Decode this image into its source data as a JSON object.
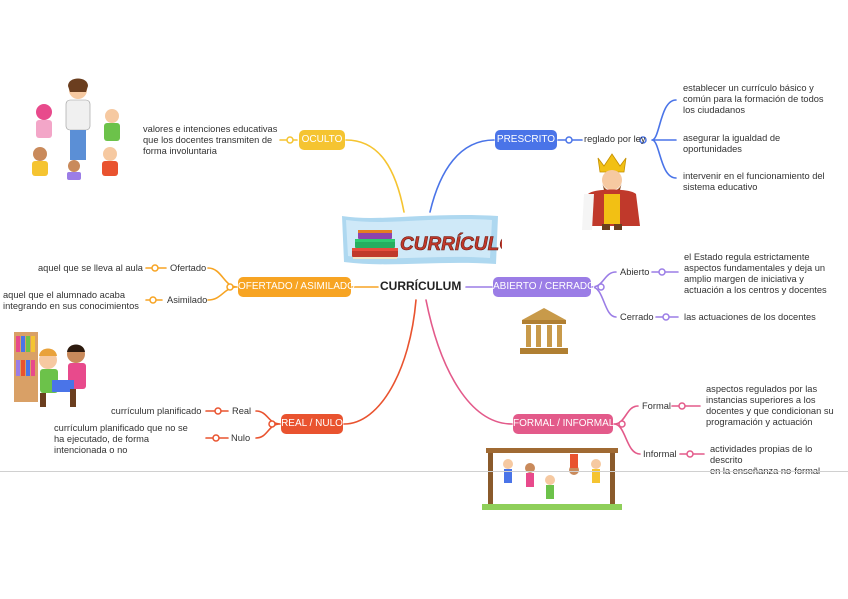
{
  "center": {
    "title": "CURRÍCULUM",
    "banner_text": "CURRÍCULO"
  },
  "colors": {
    "oculto": "#f5c431",
    "prescrito": "#4a74e8",
    "ofertado": "#f7a423",
    "abierto": "#9b7de6",
    "real": "#e9532f",
    "formal": "#e35a8a"
  },
  "branches": {
    "oculto": {
      "label": "OCULTO",
      "desc": [
        "valores e intenciones educativas",
        "que los docentes transmiten de",
        "forma involuntaria"
      ]
    },
    "prescrito": {
      "label": "PRESCRITO",
      "sub": "reglado por ley",
      "items": [
        [
          "establecer un currículo básico y",
          "común para la formación de todos",
          "los ciudadanos"
        ],
        [
          "asegurar la igualdad de",
          "oportunidades"
        ],
        [
          "intervenir en el funcionamiento del",
          "sistema educativo"
        ]
      ]
    },
    "ofertado": {
      "label": "OFERTADO / ASIMILADO",
      "ofertado": "Ofertado",
      "ofertado_desc": "aquel que se lleva al aula",
      "asimilado": "Asimilado",
      "asimilado_desc": [
        "aquel que el alumnado acaba",
        "integrando en sus conocimientos"
      ]
    },
    "abierto": {
      "label": "ABIERTO / CERRADO",
      "abierto": "Abierto",
      "abierto_desc": [
        "el Estado regula estrictamente",
        "aspectos fundamentales y deja un",
        "amplio margen de iniciativa y",
        "actuación a los centros y docentes"
      ],
      "cerrado": "Cerrado",
      "cerrado_desc": "las actuaciones de los docentes"
    },
    "real": {
      "label": "REAL / NULO",
      "real": "Real",
      "real_desc": "currículum planificado",
      "nulo": "Nulo",
      "nulo_desc": [
        "currículum planificado que no se",
        "ha ejecutado, de forma",
        "intencionada o no"
      ]
    },
    "formal": {
      "label": "FORMAL / INFORMAL",
      "formal": "Formal",
      "formal_desc": [
        "aspectos regulados por las",
        "instancias superiores a los",
        "docentes y que condicionan su",
        "programación y actuación"
      ],
      "informal": "Informal",
      "informal_desc": [
        "actividades propias de lo descrito",
        "en la enseñanza no-formal"
      ]
    }
  }
}
